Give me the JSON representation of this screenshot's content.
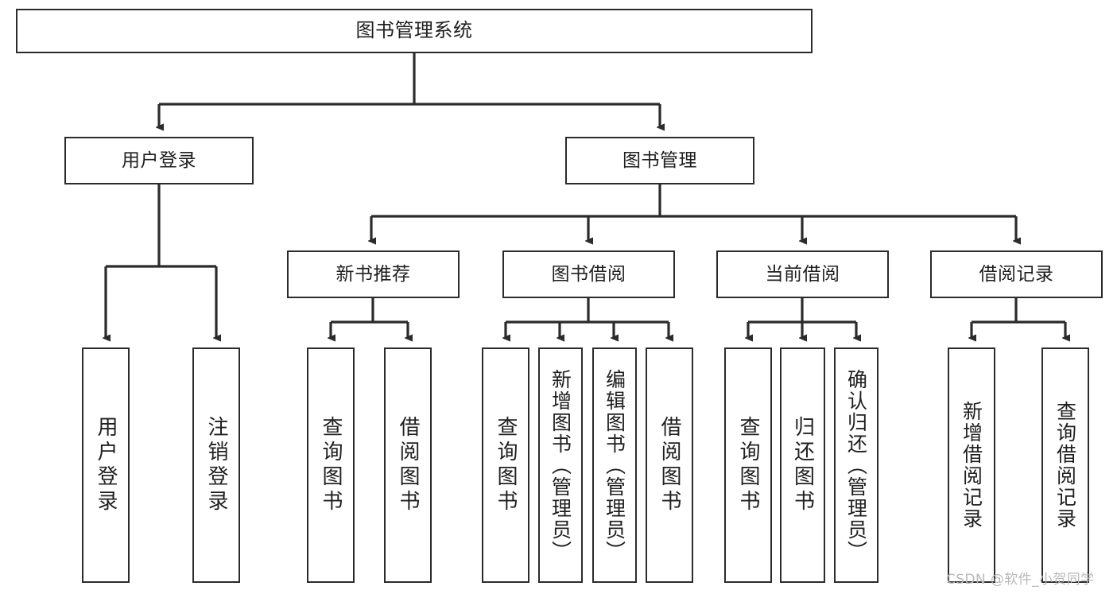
{
  "diagram": {
    "type": "tree",
    "title": "图书管理系统",
    "root": {
      "id": "root",
      "label": "图书管理系统"
    },
    "level2": [
      {
        "id": "user-login",
        "label": "用户登录"
      },
      {
        "id": "book-manage",
        "label": "图书管理"
      }
    ],
    "level3": [
      {
        "id": "new-book-recommend",
        "label": "新书推荐",
        "parent": "book-manage"
      },
      {
        "id": "book-borrow",
        "label": "图书借阅",
        "parent": "book-manage"
      },
      {
        "id": "current-borrow",
        "label": "当前借阅",
        "parent": "book-manage"
      },
      {
        "id": "borrow-record",
        "label": "借阅记录",
        "parent": "book-manage"
      }
    ],
    "leaves": [
      {
        "id": "leaf-user-login",
        "label": "用户登录",
        "parent": "user-login"
      },
      {
        "id": "leaf-logout",
        "label": "注销登录",
        "parent": "user-login"
      },
      {
        "id": "leaf-query-book-1",
        "label": "查询图书",
        "parent": "new-book-recommend"
      },
      {
        "id": "leaf-borrow-book-1",
        "label": "借阅图书",
        "parent": "new-book-recommend"
      },
      {
        "id": "leaf-query-book-2",
        "label": "查询图书",
        "parent": "book-borrow"
      },
      {
        "id": "leaf-add-book",
        "label": "新增图书（管理员）",
        "parent": "book-borrow"
      },
      {
        "id": "leaf-edit-book",
        "label": "编辑图书（管理员）",
        "parent": "book-borrow"
      },
      {
        "id": "leaf-borrow-book-2",
        "label": "借阅图书",
        "parent": "book-borrow"
      },
      {
        "id": "leaf-query-book-3",
        "label": "查询图书",
        "parent": "current-borrow"
      },
      {
        "id": "leaf-return-book",
        "label": "归还图书",
        "parent": "current-borrow"
      },
      {
        "id": "leaf-confirm-return",
        "label": "确认归还（管理员）",
        "parent": "current-borrow"
      },
      {
        "id": "leaf-add-record",
        "label": "新增借阅记录",
        "parent": "borrow-record"
      },
      {
        "id": "leaf-query-record",
        "label": "查询借阅记录",
        "parent": "borrow-record"
      }
    ]
  },
  "watermark": {
    "text": "CSDN @软件_小贺同学"
  },
  "colors": {
    "border": "#2b2b2b",
    "background": "#ffffff",
    "text": "#1f1f1f",
    "watermark": "#b9b9b9"
  }
}
